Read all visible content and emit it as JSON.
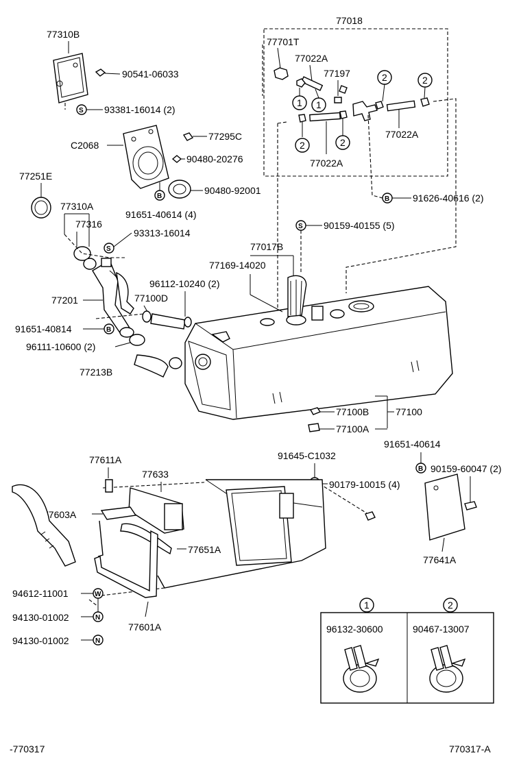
{
  "diagram": {
    "labels": {
      "p77018": "77018",
      "p77701T": "77701T",
      "p77022A_top": "77022A",
      "p77197": "77197",
      "p77022A_right": "77022A",
      "p77022A_bottom": "77022A",
      "p77310B": "77310B",
      "p90541": "90541-06033",
      "p93381": "93381-16014 (2)",
      "p77295C": "77295C",
      "pC2068": "C2068",
      "p90480_20276": "90480-20276",
      "p90480_92001": "90480-92001",
      "p91651_40614_4": "91651-40614 (4)",
      "p77251E": "77251E",
      "p77310A": "77310A",
      "p77316": "77316",
      "p93313": "93313-16014",
      "p91626": "91626-40616 (2)",
      "p90159_40155": "90159-40155 (5)",
      "p77017B": "77017B",
      "p77169": "77169-14020",
      "p96112": "96112-10240 (2)",
      "p77100D": "77100D",
      "p77201": "77201",
      "p91651_40814": "91651-40814",
      "p96111": "96111-10600 (2)",
      "p77213B": "77213B",
      "p77100B": "77100B",
      "p77100": "77100",
      "p77100A": "77100A",
      "p91651_40614": "91651-40614",
      "p90159_60047": "90159-60047 (2)",
      "p91645": "91645-C1032",
      "p90179": "90179-10015 (4)",
      "p77611A": "77611A",
      "p77633": "77633",
      "p77603A": "77603A",
      "p77651A": "77651A",
      "p77641A": "77641A",
      "p94612": "94612-11001",
      "p94130_1": "94130-01002",
      "p94130_2": "94130-01002",
      "p77601A": "77601A",
      "inset1_num": "1",
      "inset1_part": "96132-30600",
      "inset2_num": "2",
      "inset2_part": "90467-13007",
      "footer_left": "-770317",
      "footer_right": "770317-A"
    },
    "callouts": {
      "c1a": "1",
      "c1b": "1",
      "c2a": "2",
      "c2b": "2",
      "c2c": "2",
      "c2d": "2"
    },
    "symbols": {
      "S": "S",
      "B": "B",
      "W": "W",
      "N": "N"
    }
  }
}
